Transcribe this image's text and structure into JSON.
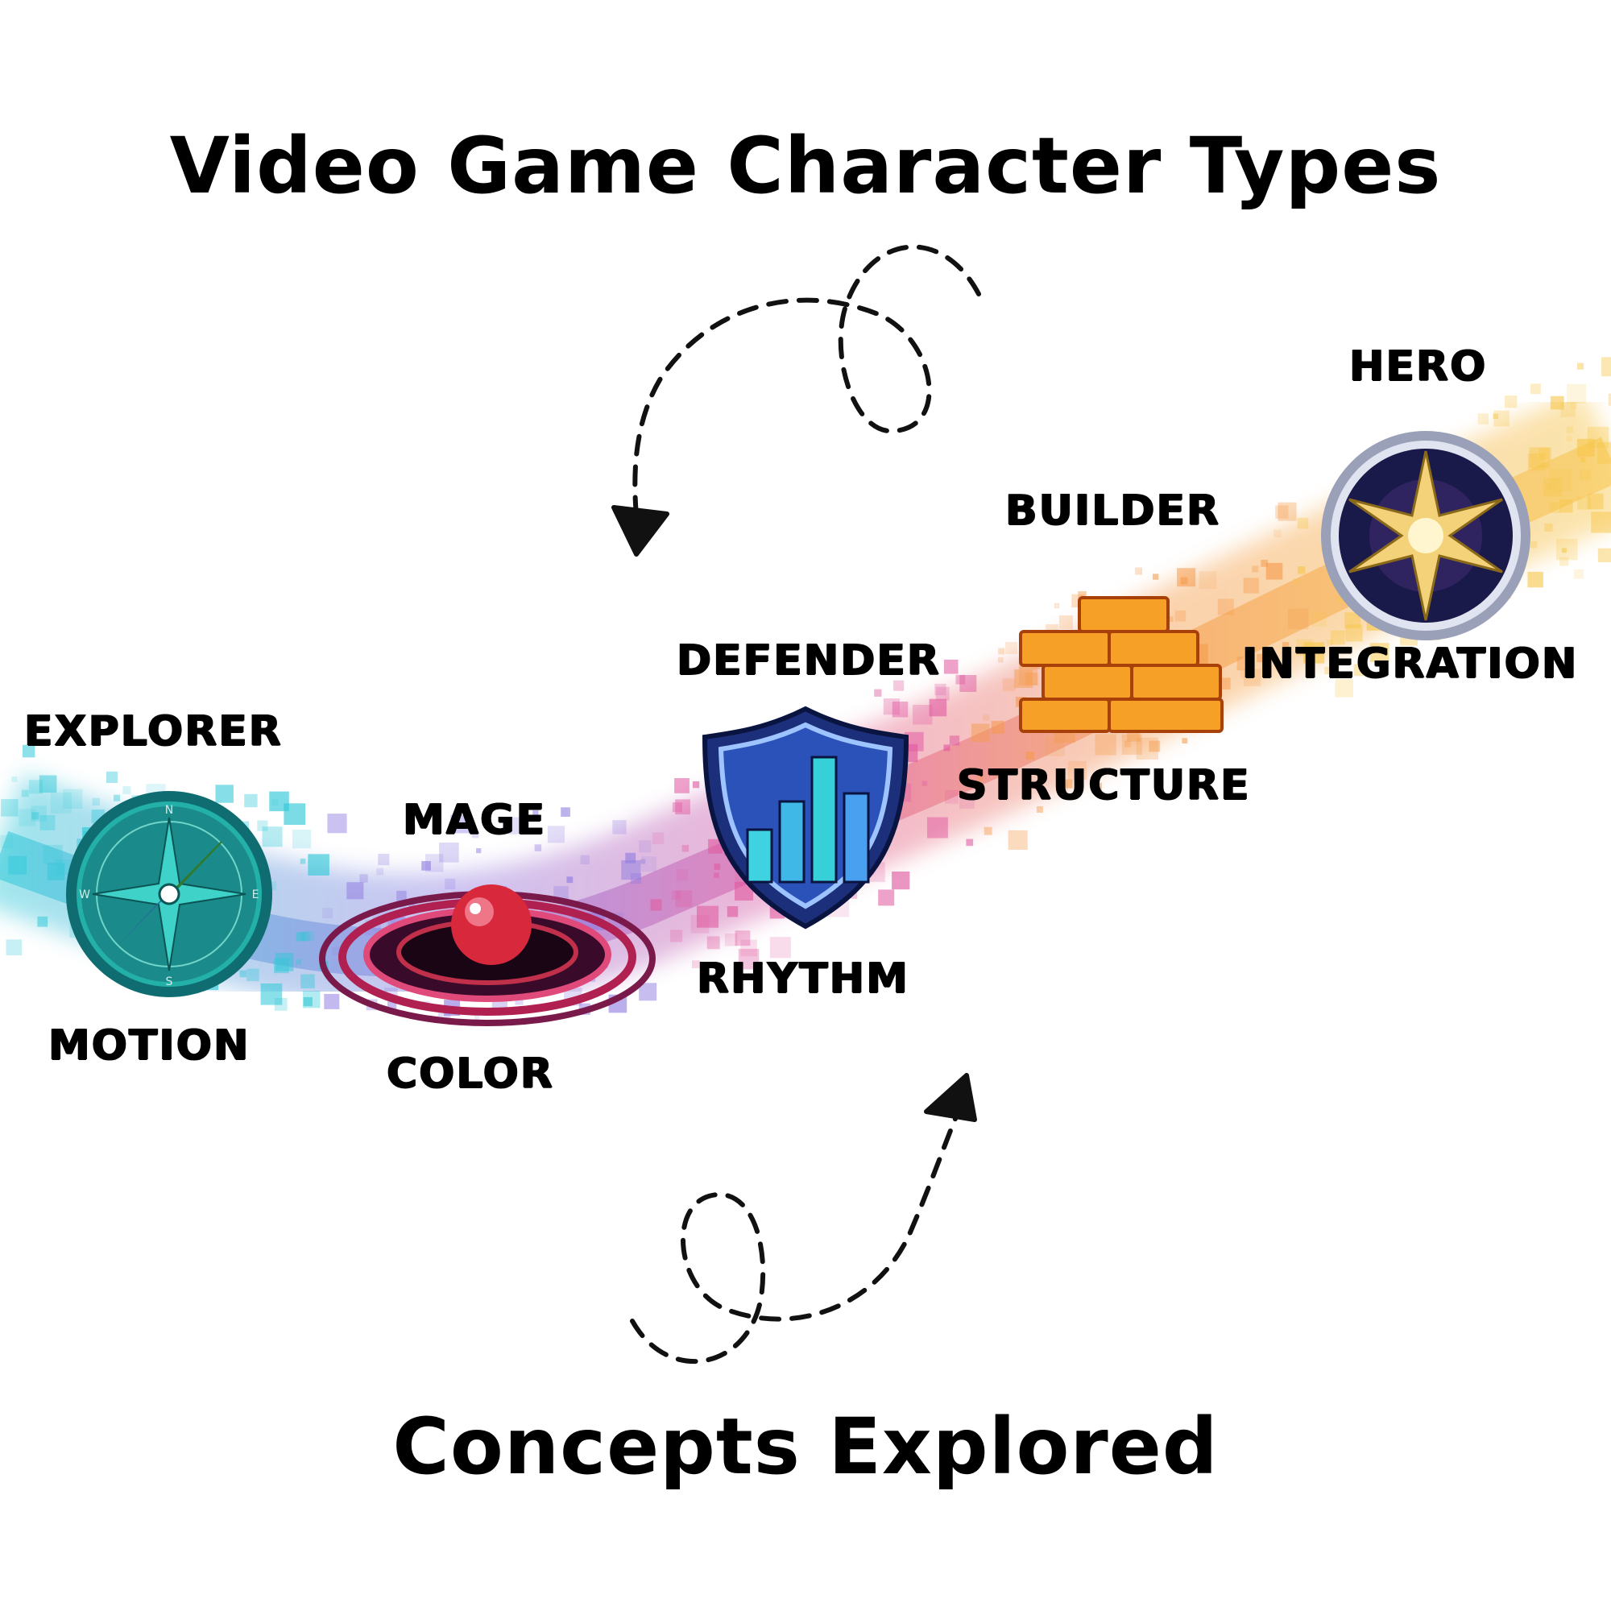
{
  "title": "Video Game Character Types",
  "subtitle": "Concepts Explored",
  "characters": [
    {
      "type": "EXPLORER",
      "concept": "MOTION",
      "icon": "compass-icon",
      "color": "#1aa89a"
    },
    {
      "type": "MAGE",
      "concept": "COLOR",
      "icon": "red-orb-vortex-icon",
      "color": "#c0304a"
    },
    {
      "type": "DEFENDER",
      "concept": "RHYTHM",
      "icon": "shield-bar-chart-icon",
      "color": "#1f3f9a"
    },
    {
      "type": "BUILDER",
      "concept": "STRUCTURE",
      "icon": "brick-wall-icon",
      "color": "#f08a1a"
    },
    {
      "type": "HERO",
      "concept": "INTEGRATION",
      "icon": "star-medallion-icon",
      "color": "#d9a830"
    }
  ],
  "band_colors": [
    "#2fc8d8",
    "#8f7be0",
    "#e05aa0",
    "#f59a4a",
    "#f7c64a"
  ]
}
